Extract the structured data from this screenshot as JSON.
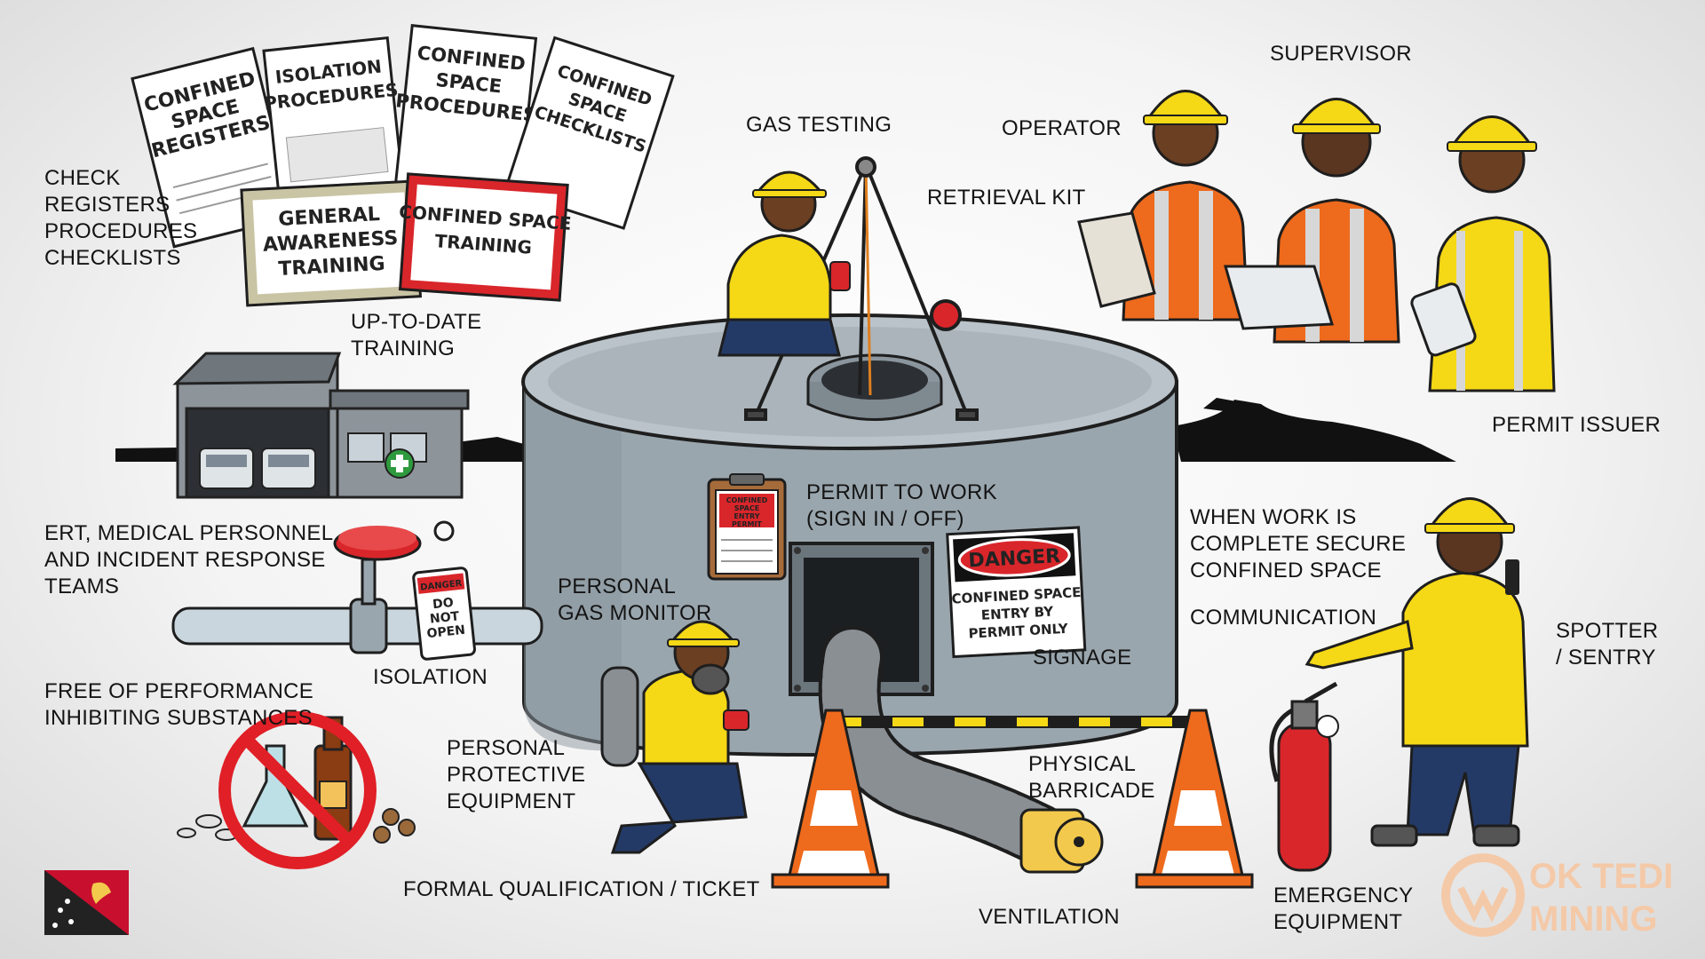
{
  "labels": {
    "check": [
      "CHECK",
      "REGISTERS",
      "PROCEDURES",
      "CHECKLISTS"
    ],
    "training": [
      "UP-TO-DATE",
      "TRAINING"
    ],
    "gas_testing": "GAS TESTING",
    "retrieval_kit": "RETRIEVAL KIT",
    "operator": "OPERATOR",
    "supervisor": "SUPERVISOR",
    "permit_issuer": "PERMIT ISSUER",
    "ert": [
      "ERT, MEDICAL PERSONNEL",
      "AND INCIDENT RESPONSE",
      "TEAMS"
    ],
    "permit_to_work": [
      "PERMIT TO WORK",
      "(SIGN IN / OFF)"
    ],
    "personal_gas_monitor": [
      "PERSONAL",
      "GAS MONITOR"
    ],
    "isolation": "ISOLATION",
    "free_of_substances": [
      "FREE OF PERFORMANCE",
      "INHIBITING SUBSTANCES"
    ],
    "ppe": [
      "PERSONAL",
      "PROTECTIVE",
      "EQUIPMENT"
    ],
    "signage": "SIGNAGE",
    "when_work_complete": [
      "WHEN WORK IS",
      "COMPLETE SECURE",
      "CONFINED SPACE"
    ],
    "communication": "COMMUNICATION",
    "spotter": [
      "SPOTTER",
      "/ SENTRY"
    ],
    "physical_barricade": [
      "PHYSICAL",
      "BARRICADE"
    ],
    "formal_qualification": "FORMAL QUALIFICATION / TICKET",
    "ventilation": "VENTILATION",
    "emergency_equipment": [
      "EMERGENCY",
      "EQUIPMENT"
    ]
  },
  "documents": {
    "registers": [
      "CONFINED",
      "SPACE",
      "REGISTERS"
    ],
    "isolation": [
      "ISOLATION",
      "PROCEDURES"
    ],
    "procedures": [
      "CONFINED",
      "SPACE",
      "PROCEDURES"
    ],
    "checklists": [
      "CONFINED",
      "SPACE",
      "CHECKLISTS"
    ],
    "general_awareness": [
      "GENERAL",
      "AWARENESS",
      "TRAINING"
    ],
    "confined_training": [
      "CONFINED SPACE",
      "TRAINING"
    ]
  },
  "signs": {
    "danger_title": "DANGER",
    "danger_lines": [
      "CONFINED SPACE",
      "ENTRY BY",
      "PERMIT ONLY"
    ],
    "clipboard_lines": [
      "CONFINED",
      "SPACE",
      "ENTRY",
      "PERMIT"
    ],
    "tag_title": "DANGER",
    "tag_lines": [
      "DO",
      "NOT",
      "OPEN"
    ]
  },
  "logo": {
    "line1": "OK TEDI",
    "line2": "MINING"
  },
  "colors": {
    "tank": "#9aa6ae",
    "hi_vis_yellow": "#f5d816",
    "navy": "#243a66",
    "safety_orange": "#ee6a1c",
    "danger_red": "#d9262b",
    "logo_orange": "#f4c9a8"
  }
}
